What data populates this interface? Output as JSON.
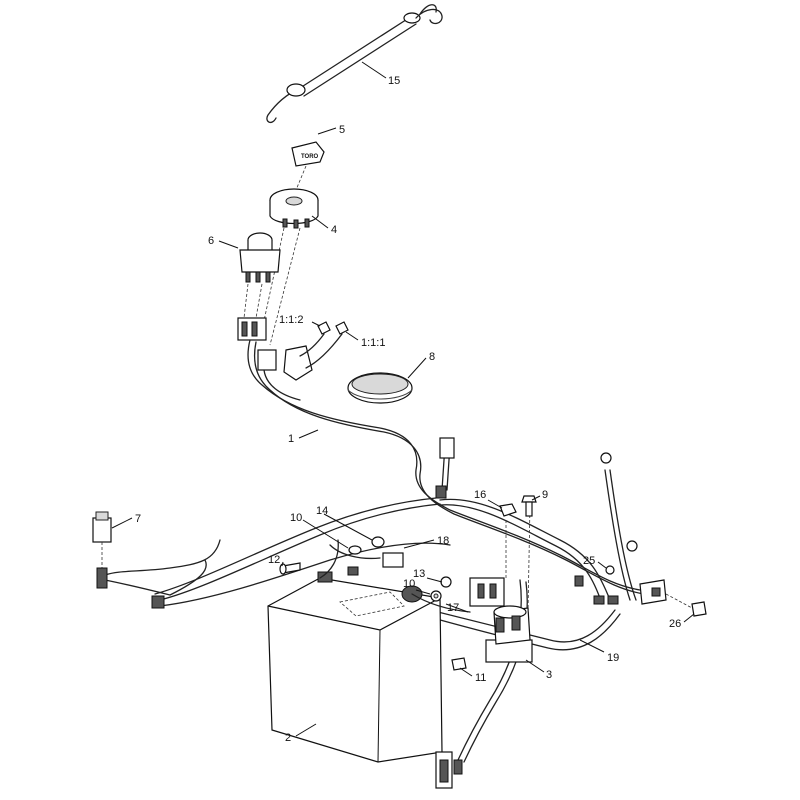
{
  "parts": {
    "p1": "1",
    "p2": "2",
    "p3": "3",
    "p4": "4",
    "p5": "5",
    "p6": "6",
    "p7": "7",
    "p8": "8",
    "p9": "9",
    "p10a": "10",
    "p10b": "10",
    "p11": "11",
    "p12": "12",
    "p13": "13",
    "p14": "14",
    "p15": "15",
    "p16": "16",
    "p17": "17",
    "p18": "18",
    "p19": "19",
    "p25": "25",
    "p26": "26",
    "ratio_a": "1:1:2",
    "ratio_b": "1:1:1"
  },
  "key_brand": "TORO"
}
